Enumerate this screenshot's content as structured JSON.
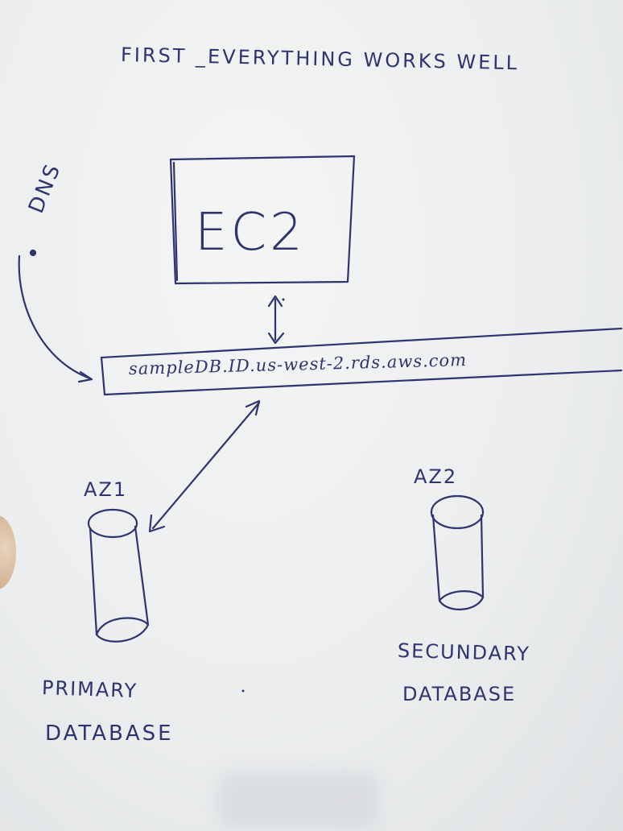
{
  "diagram": {
    "title": "FIRST _EVERYTHING WORKS WELL",
    "compute": {
      "label": "EC2"
    },
    "dns": {
      "label": "DNS"
    },
    "endpoint": {
      "label": "sampleDB.ID.us-west-2.rds.aws.com"
    },
    "zones": [
      {
        "label": "AZ1",
        "database_line1": "PRIMARY",
        "database_line2": "DATABASE"
      },
      {
        "label": "AZ2",
        "database_line1": "SECUNDARY",
        "database_line2": "DATABASE"
      }
    ],
    "colors": {
      "ink": "#2e3470",
      "paper": "#eceeef"
    }
  }
}
